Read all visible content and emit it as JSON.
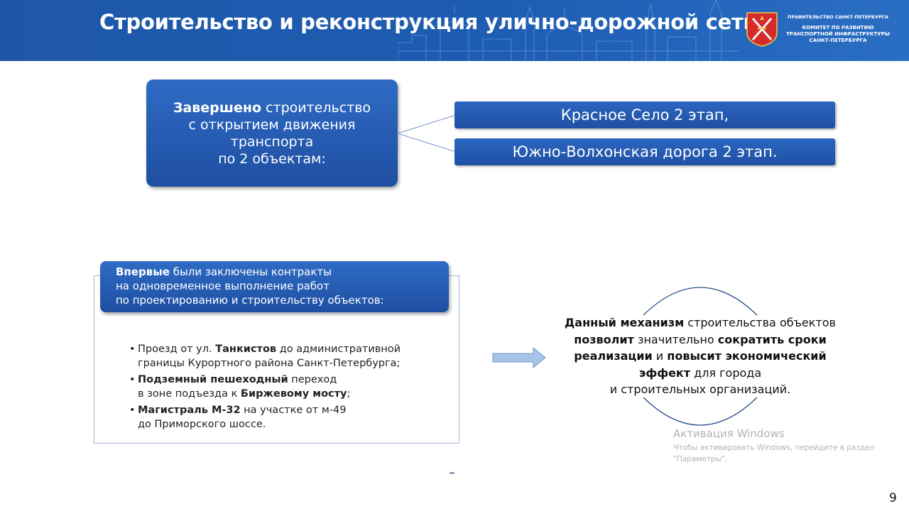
{
  "header": {
    "title": "Строительство и реконструкция улично-дорожной сети",
    "org_line1": "ПРАВИТЕЛЬСТВО САНКТ-ПЕТЕРБУРГА",
    "org_line2": "КОМИТЕТ ПО РАЗВИТИЮ",
    "org_line3": "ТРАНСПОРТНОЙ ИНФРАСТРУКТУРЫ",
    "org_line4": "САНКТ-ПЕТЕРБУРГА",
    "emblem_icon": "spb-coat-of-arms-icon"
  },
  "completed": {
    "bold": "Завершено",
    "rest1": " строительство",
    "line2": "с открытием движения",
    "line3": "транспорта",
    "line4": "по 2 объектам:",
    "objects": [
      "Красное Село 2 этап,",
      "Южно-Волхонская дорога 2 этап."
    ]
  },
  "contracts": {
    "bold": "Впервые",
    "rest1": " были заключены контракты",
    "line2": "на одновременное выполнение работ",
    "line3": "по проектированию и строительству объектов:"
  },
  "items": [
    {
      "pre": "Проезд от ул. ",
      "bold": "Танкистов",
      "post": " до административной",
      "line2": "границы Курортного района Санкт-Петербурга;"
    },
    {
      "bold": "Подземный пешеходный",
      "post": " переход",
      "line2_pre": "в зоне подъезда к ",
      "line2_bold": "Биржевому мосту",
      "line2_post": ";"
    },
    {
      "bold": "Магистраль М-32",
      "post": " на участке от м-49",
      "line2": "до Приморского шоссе."
    }
  ],
  "bullet": "•",
  "mechanism": {
    "l1_bold": "Данный механизм",
    "l1_rest": " строительства объектов",
    "l2_bold_a": "позволит",
    "l2_mid": " значительно ",
    "l2_bold_b": "сократить сроки",
    "l3_bold_a": "реализации",
    "l3_mid": " и ",
    "l3_bold_b": "повысит экономический",
    "l4_bold": "эффект",
    "l4_rest": " для города",
    "l5": "и строительных организаций."
  },
  "activation": {
    "title": "Активация Windows",
    "line1": "Чтобы активировать Windows, перейдите в раздел",
    "line2": "\"Параметры\"."
  },
  "page_number": "9",
  "colors": {
    "banner": "#1f57a8",
    "box": "#1e50a3",
    "frame": "#9fb6d8",
    "arrow": "#8fb0de"
  }
}
